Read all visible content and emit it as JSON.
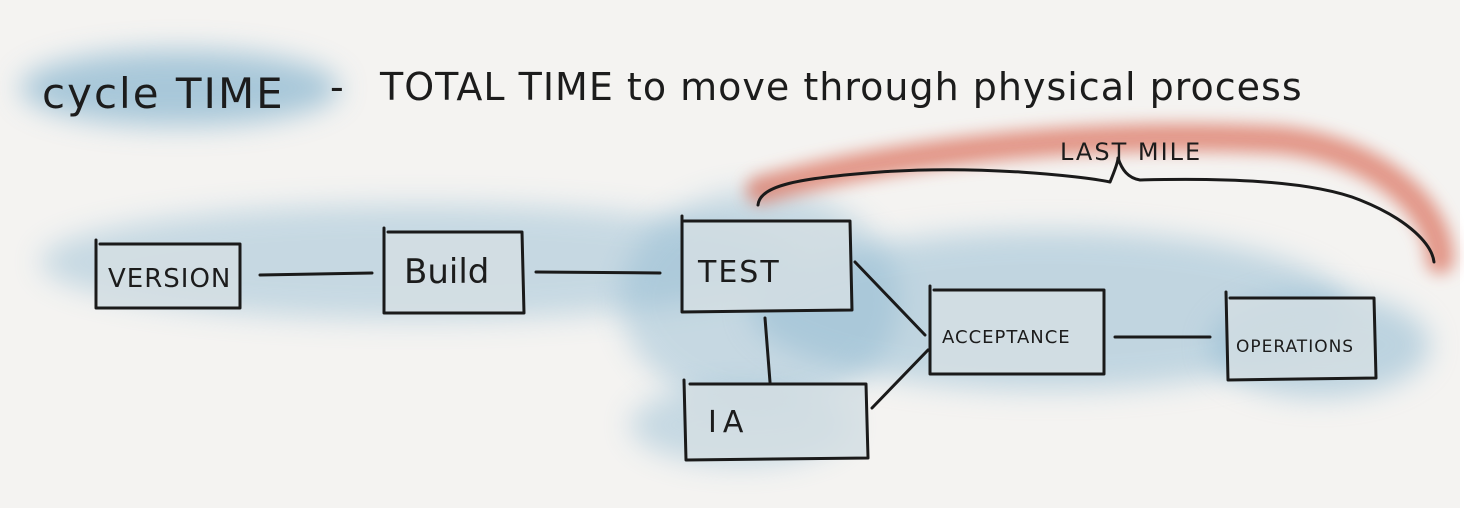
{
  "title": {
    "term": "cycle TIME",
    "separator": "-",
    "definition": "TOTAL TIME to move through physical process"
  },
  "annotation": {
    "label": "LAST MILE",
    "color": "#d9654f"
  },
  "wash_color": "#8fb9d1",
  "box_fill": "#d3dee3",
  "nodes": [
    {
      "id": "version",
      "label": "VERSION"
    },
    {
      "id": "build",
      "label": "Build"
    },
    {
      "id": "test",
      "label": "TEST"
    },
    {
      "id": "ia",
      "label": "IA"
    },
    {
      "id": "acceptance",
      "label": "ACCEPTANCE"
    },
    {
      "id": "operations",
      "label": "OPERATIONS"
    }
  ],
  "edges": [
    {
      "from": "version",
      "to": "build"
    },
    {
      "from": "build",
      "to": "test"
    },
    {
      "from": "test",
      "to": "ia"
    },
    {
      "from": "test",
      "to": "acceptance"
    },
    {
      "from": "ia",
      "to": "acceptance"
    },
    {
      "from": "acceptance",
      "to": "operations"
    }
  ]
}
